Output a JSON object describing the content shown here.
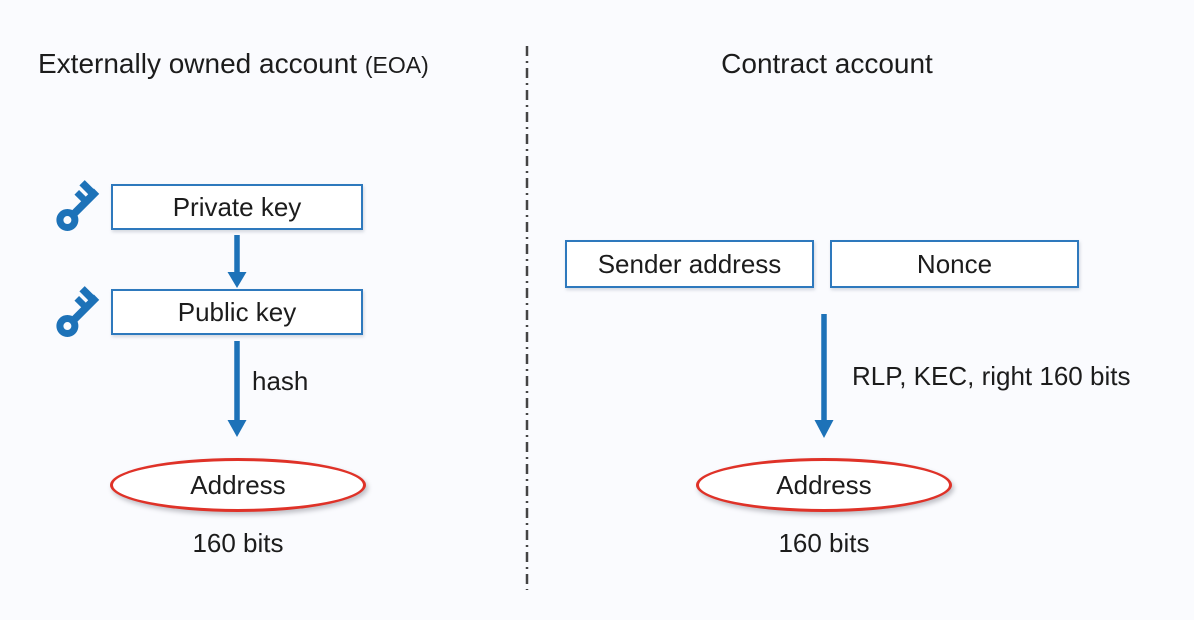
{
  "colors": {
    "background": "#fafbfe",
    "blue": "#1d72b8",
    "box_border": "#2e79bd",
    "red": "#df3228",
    "text": "#1c1c1c",
    "divider": "#444444"
  },
  "left": {
    "title": "Externally owned account",
    "title_suffix": "(EOA)",
    "boxes": [
      {
        "label": "Private key",
        "icon": "key-icon"
      },
      {
        "label": "Public key",
        "icon": "key-icon"
      }
    ],
    "arrow_label": "hash",
    "address_label": "Address",
    "bits_label": "160 bits"
  },
  "right": {
    "title": "Contract account",
    "boxes": [
      {
        "label": "Sender address"
      },
      {
        "label": "Nonce"
      }
    ],
    "arrow_label": "RLP, KEC, right 160 bits",
    "address_label": "Address",
    "bits_label": "160 bits"
  }
}
